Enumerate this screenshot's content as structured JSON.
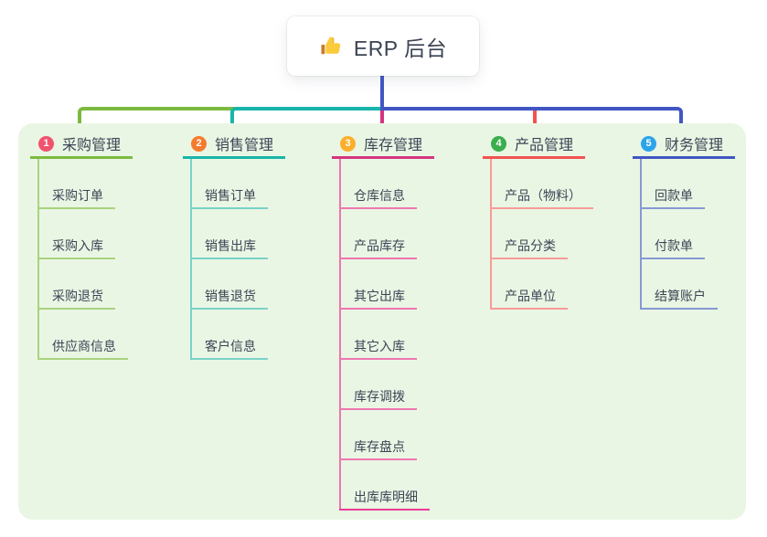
{
  "root": {
    "title": "ERP 后台",
    "icon": "thumbs-up-icon",
    "line_color": "#4156C3",
    "text_color": "#3A4352"
  },
  "canvas": {
    "background": "#FFFFFF",
    "panel_bg": "#E9F6E4"
  },
  "branches": [
    {
      "badge": "1",
      "badge_color": "#F0536E",
      "label": "采购管理",
      "line_color": "#7CBA3F",
      "sub_line_color": "#A9D37E",
      "children": [
        {
          "label": "采购订单"
        },
        {
          "label": "采购入库"
        },
        {
          "label": "采购退货"
        },
        {
          "label": "供应商信息"
        }
      ]
    },
    {
      "badge": "2",
      "badge_color": "#F57B2E",
      "label": "销售管理",
      "line_color": "#18B5A8",
      "sub_line_color": "#7AD2C8",
      "children": [
        {
          "label": "销售订单"
        },
        {
          "label": "销售出库"
        },
        {
          "label": "销售退货"
        },
        {
          "label": "客户信息"
        }
      ]
    },
    {
      "badge": "3",
      "badge_color": "#FCAF2C",
      "label": "库存管理",
      "line_color": "#D5357F",
      "sub_line_color": "#EF76B0",
      "children": [
        {
          "label": "仓库信息"
        },
        {
          "label": "产品库存"
        },
        {
          "label": "其它出库"
        },
        {
          "label": "其它入库"
        },
        {
          "label": "库存调拨"
        },
        {
          "label": "库存盘点"
        },
        {
          "label": "出库库明细",
          "line_color": "#EA3D96"
        }
      ]
    },
    {
      "badge": "4",
      "badge_color": "#3BAE4E",
      "label": "产品管理",
      "line_color": "#F35251",
      "sub_line_color": "#F79B97",
      "children": [
        {
          "label": "产品（物料）"
        },
        {
          "label": "产品分类"
        },
        {
          "label": "产品单位"
        }
      ]
    },
    {
      "badge": "5",
      "badge_color": "#2BA4EA",
      "label": "财务管理",
      "line_color": "#4156C3",
      "sub_line_color": "#8798D4",
      "children": [
        {
          "label": "回款单"
        },
        {
          "label": "付款单"
        },
        {
          "label": "结算账户"
        }
      ]
    }
  ]
}
